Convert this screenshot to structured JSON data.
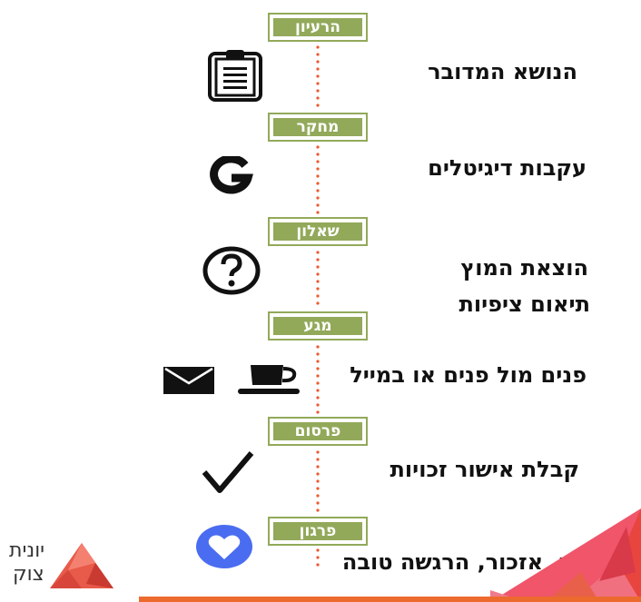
{
  "stages": [
    {
      "name": "הרעיון"
    },
    {
      "name": "מחקר"
    },
    {
      "name": "שאלון"
    },
    {
      "name": "מגע"
    },
    {
      "name": "פרסום"
    },
    {
      "name": "פרגון"
    }
  ],
  "items": [
    {
      "text": "הנושא המדובר",
      "icon": "clipboard-icon"
    },
    {
      "text": "עקבות דיגיטלים",
      "icon": "google-icon"
    },
    {
      "lines": [
        "הוצאת המוץ",
        "תיאום ציפיות"
      ],
      "icon": "question-icon"
    },
    {
      "text": "פנים מול פנים או במייל",
      "icons": [
        "coffee-cup-icon",
        "mail-icon"
      ]
    },
    {
      "text": "קבלת אישור זכויות",
      "icon": "checkmark-icon"
    },
    {
      "text": "תיוג, אזכור, הרגשה טובה",
      "icon": "heart-icon"
    }
  ],
  "logo": {
    "line1": "יונית",
    "line2": "צוק"
  },
  "colors": {
    "stage": "#92a95a",
    "dots": "#ec5b2e",
    "heart": "#4a6cf0",
    "accent": "#ec6a2e"
  }
}
